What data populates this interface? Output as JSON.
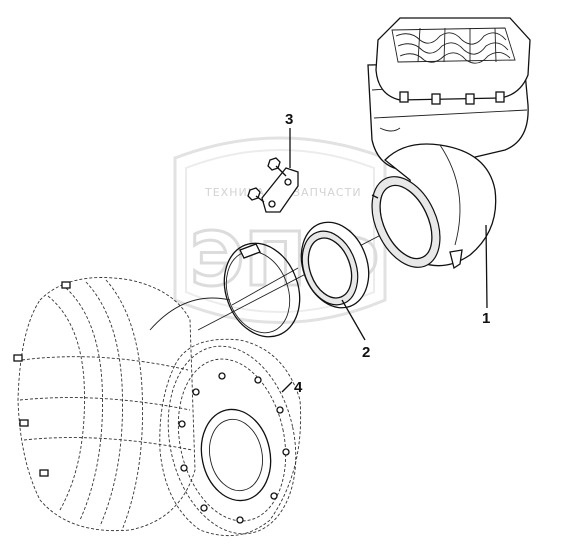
{
  "watermark": {
    "line1": "ТЕХНИКА",
    "line2": "ЗАПЧАСТИ",
    "logo_letters": "ЭПФ",
    "color": "#d3d3d3"
  },
  "callouts": [
    {
      "id": "1",
      "label": "1"
    },
    {
      "id": "2",
      "label": "2"
    },
    {
      "id": "3",
      "label": "3"
    },
    {
      "id": "4",
      "label": "4"
    }
  ],
  "colors": {
    "line": "#111111",
    "background": "#ffffff"
  }
}
